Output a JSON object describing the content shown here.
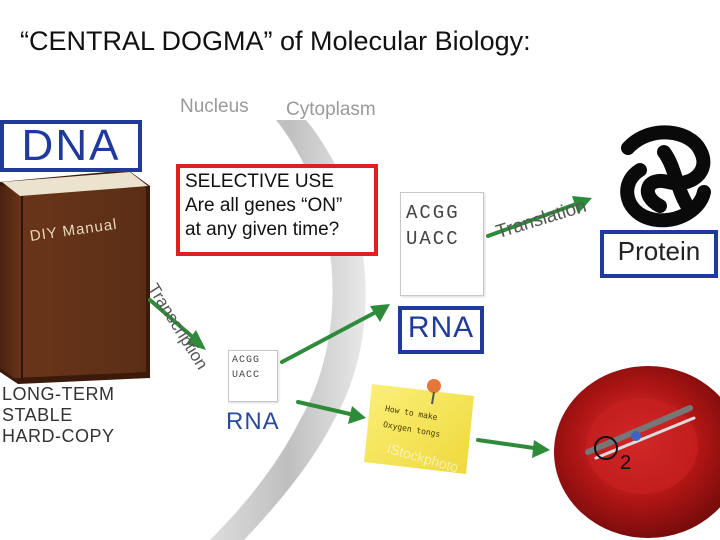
{
  "title": "“CENTRAL DOGMA” of Molecular Biology:",
  "regions": {
    "nucleus": "Nucleus",
    "cytoplasm": "Cytoplasm"
  },
  "dna": {
    "label": "DNA"
  },
  "book": {
    "label": "DIY Manual",
    "caption": [
      "LONG-TERM",
      "STABLE",
      "HARD-COPY"
    ]
  },
  "selective": {
    "lines": [
      "SELECTIVE USE",
      "Are all genes “ON”",
      "at any given time?"
    ]
  },
  "transcription": {
    "label": "Transcription"
  },
  "translation": {
    "label": "Translation"
  },
  "rna_top": {
    "seq": [
      "ACGG",
      "UACC"
    ],
    "label": "RNA"
  },
  "rna_mid": {
    "seq": [
      "ACGG",
      "UACC"
    ],
    "label": "RNA"
  },
  "protein": {
    "label": "Protein"
  },
  "note": {
    "lines": [
      "How to make",
      "Oxygen tongs"
    ],
    "watermark": "iStockphoto"
  },
  "o2": {
    "letter": "O",
    "subscript": "2"
  },
  "colors": {
    "blue_box": "#1f3a9b",
    "red_box": "#e02020",
    "arrow_green": "#2e8b3a",
    "book_brown": "#5a2e16",
    "note_yellow": "#f4e64a",
    "rbc_red": "#b01515"
  }
}
